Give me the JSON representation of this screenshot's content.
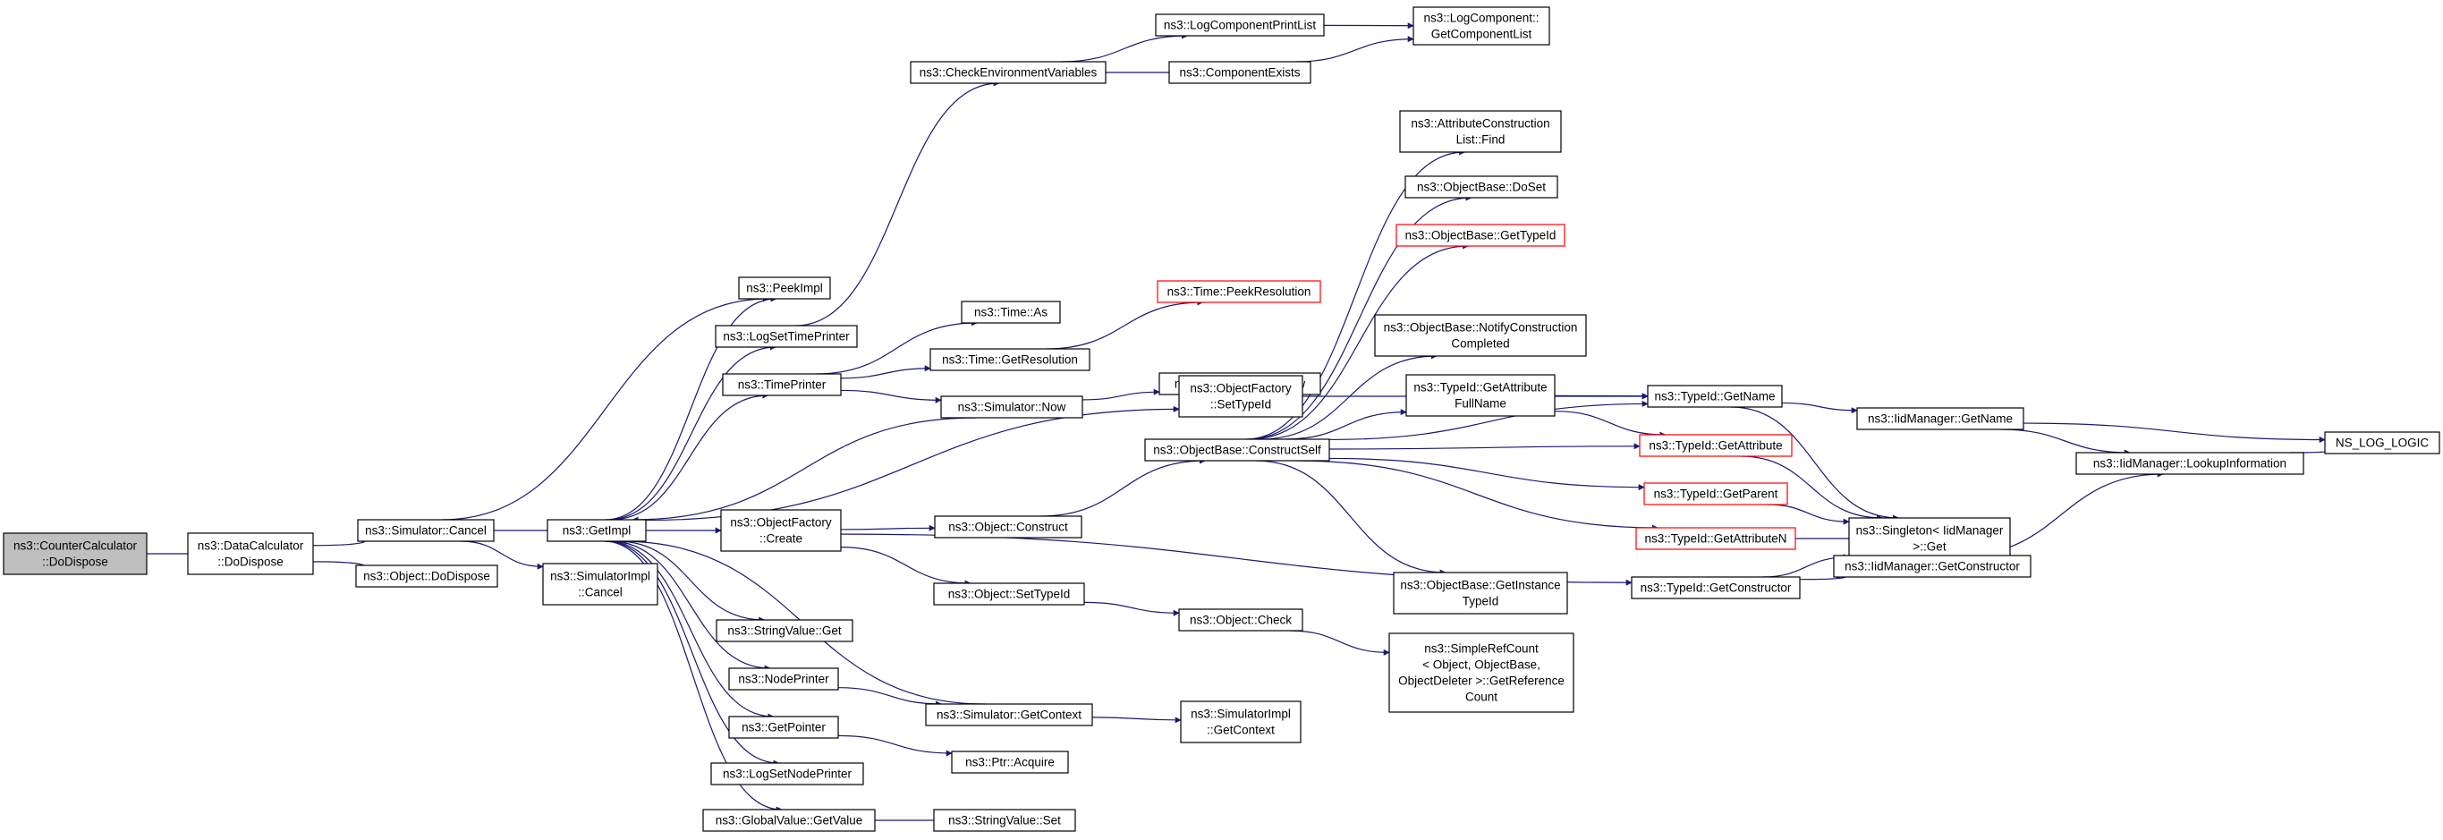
{
  "colors": {
    "edge": "#191970",
    "border_normal": "#000000",
    "border_truncated": "#ff0000",
    "fill_root": "#bfbfbf",
    "fill_node": "#ffffff"
  },
  "nodes": [
    {
      "id": "n1",
      "lines": [
        "ns3::CounterCalculator",
        "::DoDispose"
      ],
      "root": true
    },
    {
      "id": "n2",
      "lines": [
        "ns3::DataCalculator",
        "::DoDispose"
      ]
    },
    {
      "id": "n3",
      "lines": [
        "ns3::Simulator::Cancel"
      ]
    },
    {
      "id": "n4",
      "lines": [
        "ns3::Object::DoDispose"
      ]
    },
    {
      "id": "n5",
      "lines": [
        "ns3::PeekImpl"
      ]
    },
    {
      "id": "n6",
      "lines": [
        "ns3::GetImpl"
      ]
    },
    {
      "id": "n7",
      "lines": [
        "ns3::SimulatorImpl",
        "::Cancel"
      ]
    },
    {
      "id": "n8",
      "lines": [
        "ns3::LogSetTimePrinter"
      ]
    },
    {
      "id": "n9",
      "lines": [
        "ns3::TimePrinter"
      ]
    },
    {
      "id": "n10",
      "lines": [
        "ns3::ObjectFactory",
        "::Create"
      ]
    },
    {
      "id": "n11",
      "lines": [
        "ns3::StringValue::Get"
      ]
    },
    {
      "id": "n12",
      "lines": [
        "ns3::NodePrinter"
      ]
    },
    {
      "id": "n13",
      "lines": [
        "ns3::GetPointer"
      ]
    },
    {
      "id": "n14",
      "lines": [
        "ns3::LogSetNodePrinter"
      ]
    },
    {
      "id": "n15",
      "lines": [
        "ns3::GlobalValue::GetValue"
      ]
    },
    {
      "id": "n16",
      "lines": [
        "ns3::CheckEnvironmentVariables"
      ]
    },
    {
      "id": "n17",
      "lines": [
        "ns3::Time::As"
      ]
    },
    {
      "id": "n18",
      "lines": [
        "ns3::Time::GetResolution"
      ]
    },
    {
      "id": "n19",
      "lines": [
        "ns3::Simulator::Now"
      ]
    },
    {
      "id": "n20",
      "lines": [
        "ns3::Object::Construct"
      ]
    },
    {
      "id": "n21",
      "lines": [
        "ns3::Object::SetTypeId"
      ]
    },
    {
      "id": "n22",
      "lines": [
        "ns3::Simulator::GetContext"
      ]
    },
    {
      "id": "n23",
      "lines": [
        "ns3::Ptr::Acquire"
      ]
    },
    {
      "id": "n24",
      "lines": [
        "ns3::StringValue::Set"
      ]
    },
    {
      "id": "n25",
      "lines": [
        "ns3::LogComponentPrintList"
      ]
    },
    {
      "id": "n26",
      "lines": [
        "ns3::ComponentExists"
      ]
    },
    {
      "id": "n27",
      "lines": [
        "ns3::LogComponent::",
        "GetComponentList"
      ]
    },
    {
      "id": "n28",
      "lines": [
        "ns3::Time::PeekResolution"
      ],
      "truncated": true
    },
    {
      "id": "n29",
      "lines": [
        "ns3::SimulatorImpl::Now"
      ]
    },
    {
      "id": "n30",
      "lines": [
        "ns3::ObjectFactory",
        "::SetTypeId"
      ]
    },
    {
      "id": "n31",
      "lines": [
        "ns3::ObjectBase::ConstructSelf"
      ]
    },
    {
      "id": "n32",
      "lines": [
        "ns3::Object::Check"
      ]
    },
    {
      "id": "n33",
      "lines": [
        "ns3::SimulatorImpl",
        "::GetContext"
      ]
    },
    {
      "id": "n34",
      "lines": [
        "ns3::AttributeConstruction",
        "List::Find"
      ]
    },
    {
      "id": "n35",
      "lines": [
        "ns3::ObjectBase::DoSet"
      ]
    },
    {
      "id": "n36",
      "lines": [
        "ns3::ObjectBase::GetTypeId"
      ],
      "truncated": true
    },
    {
      "id": "n37",
      "lines": [
        "ns3::ObjectBase::NotifyConstruction",
        "Completed"
      ]
    },
    {
      "id": "n38",
      "lines": [
        "ns3::TypeId::GetAttribute",
        "FullName"
      ]
    },
    {
      "id": "n39",
      "lines": [
        "ns3::ObjectBase::GetInstance",
        "TypeId"
      ]
    },
    {
      "id": "n40",
      "lines": [
        "ns3::SimpleRefCount",
        "< Object, ObjectBase,",
        "ObjectDeleter >::GetReference",
        "Count"
      ]
    },
    {
      "id": "n41",
      "lines": [
        "ns3::TypeId::GetName"
      ]
    },
    {
      "id": "n42",
      "lines": [
        "ns3::TypeId::GetAttribute"
      ],
      "truncated": true
    },
    {
      "id": "n43",
      "lines": [
        "ns3::TypeId::GetParent"
      ],
      "truncated": true
    },
    {
      "id": "n44",
      "lines": [
        "ns3::TypeId::GetAttributeN"
      ],
      "truncated": true
    },
    {
      "id": "n45",
      "lines": [
        "ns3::TypeId::GetConstructor"
      ]
    },
    {
      "id": "n46",
      "lines": [
        "ns3::IidManager::GetName"
      ]
    },
    {
      "id": "n47",
      "lines": [
        "ns3::Singleton< IidManager",
        " >::Get"
      ]
    },
    {
      "id": "n48",
      "lines": [
        "ns3::IidManager::GetConstructor"
      ]
    },
    {
      "id": "n49",
      "lines": [
        "ns3::IidManager::LookupInformation"
      ]
    },
    {
      "id": "n50",
      "lines": [
        "NS_LOG_LOGIC"
      ]
    }
  ]
}
